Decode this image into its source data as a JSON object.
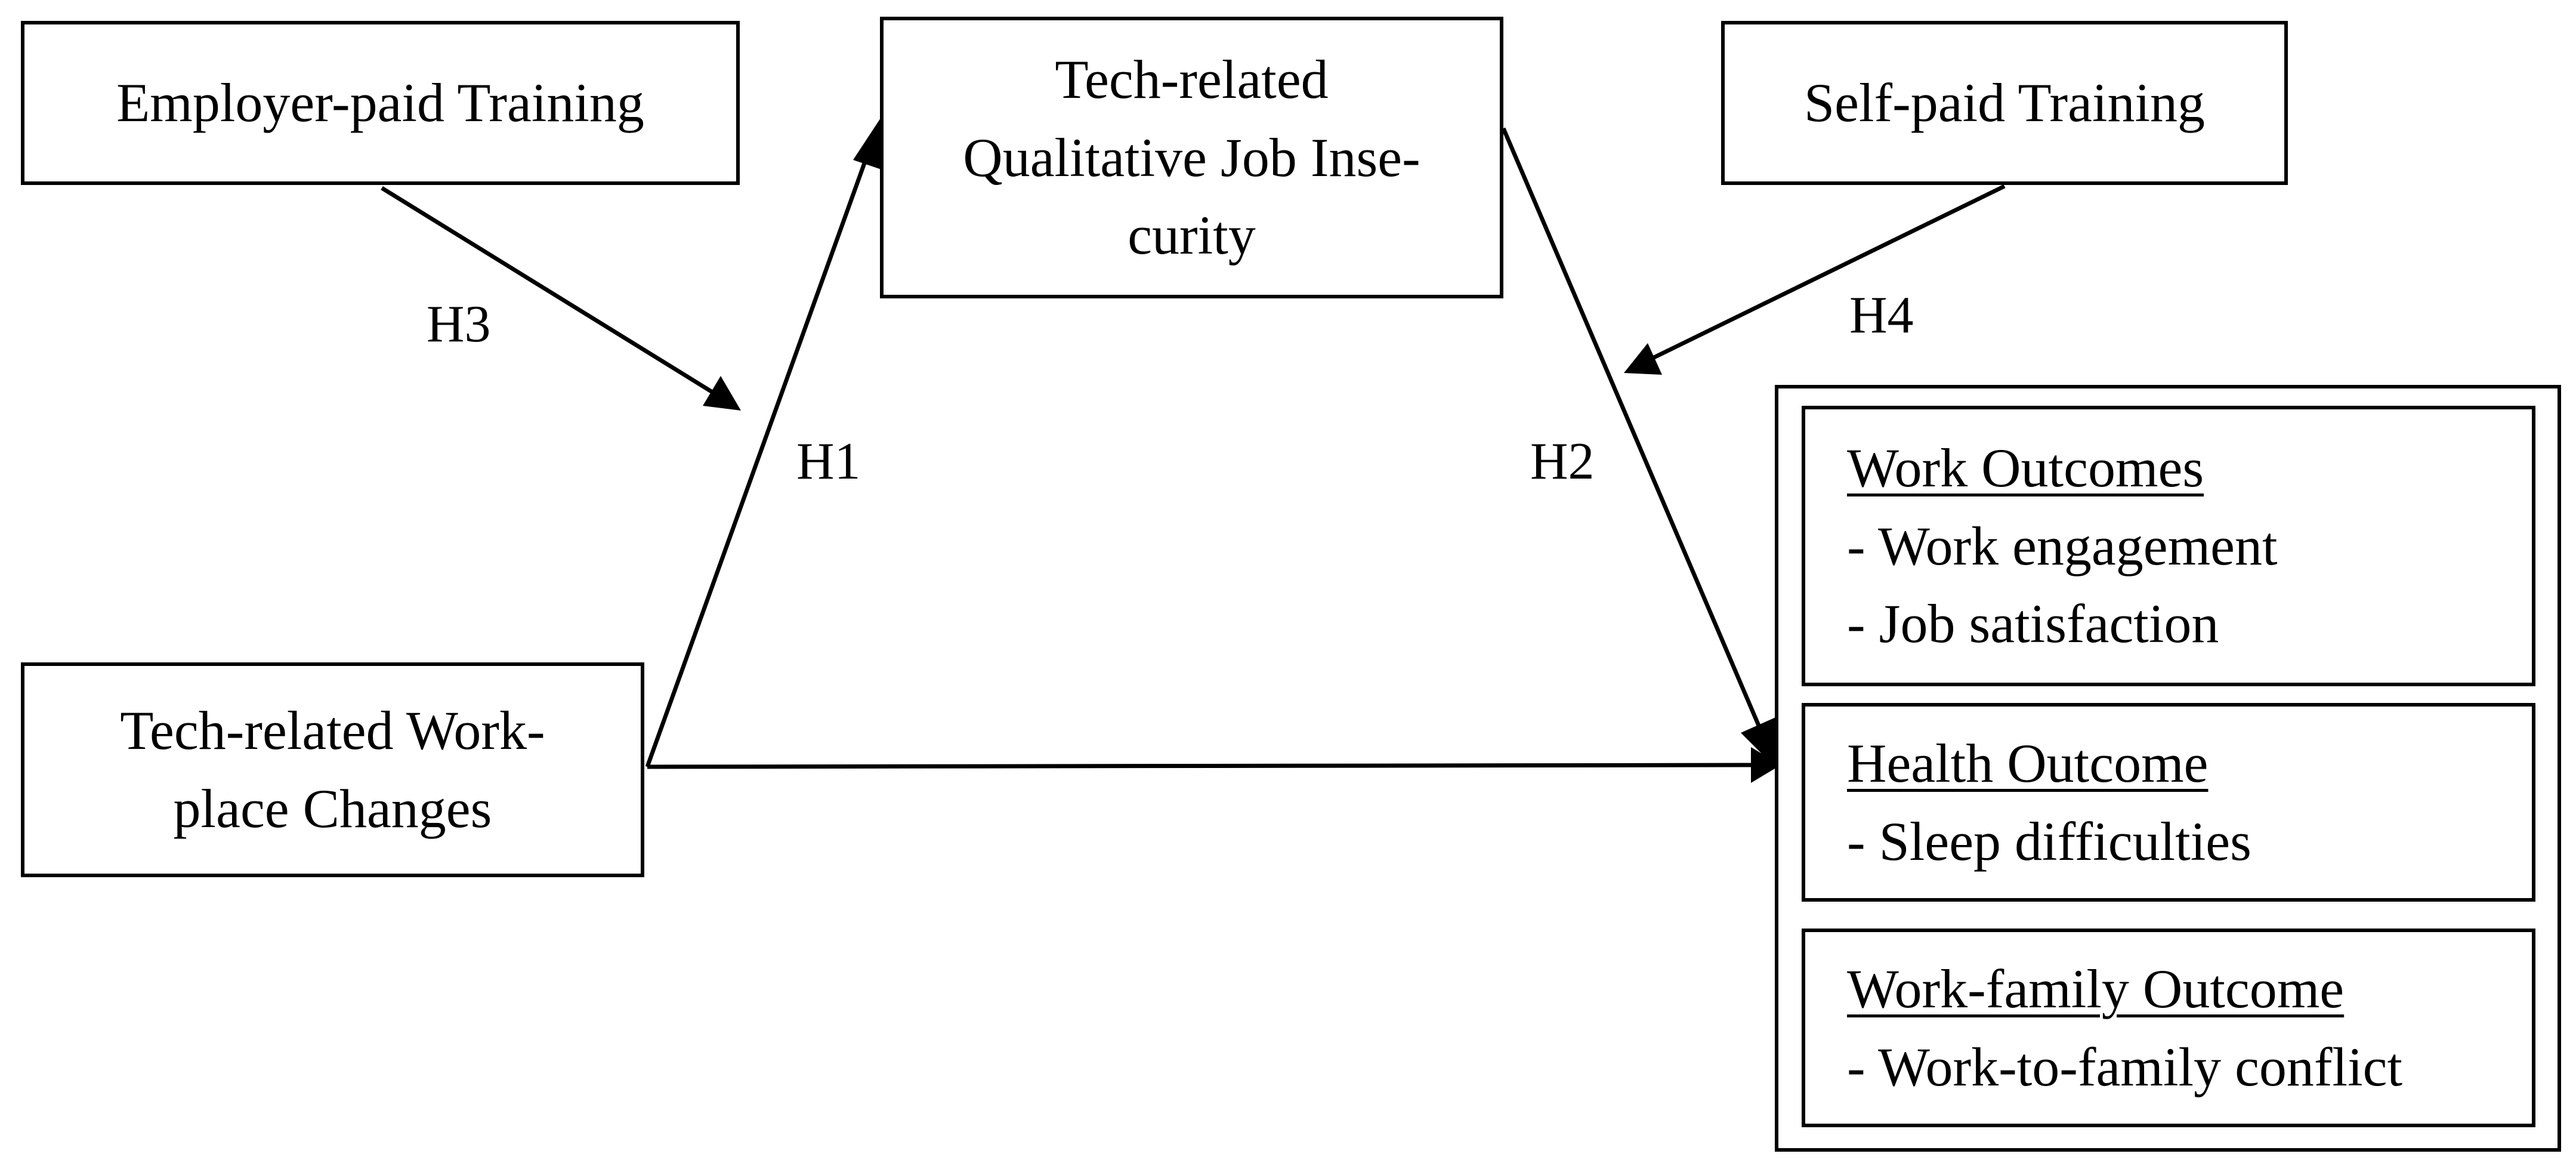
{
  "boxes": {
    "employer": "Employer-paid Training",
    "insecurity": [
      "Tech-related",
      "Qualitative Job Inse-",
      "curity"
    ],
    "selfpaid": "Self-paid Training",
    "changes": [
      "Tech-related Work-",
      "place Changes"
    ]
  },
  "hypotheses": {
    "h1": "H1",
    "h2": "H2",
    "h3": "H3",
    "h4": "H4"
  },
  "outcomes": {
    "work": {
      "heading": "Work Outcomes",
      "items": [
        "- Work engagement",
        "- Job satisfaction"
      ]
    },
    "health": {
      "heading": "Health Outcome",
      "items": [
        "- Sleep difficulties"
      ]
    },
    "family": {
      "heading": "Work-family Outcome",
      "items": [
        "- Work-to-family conflict"
      ]
    }
  }
}
